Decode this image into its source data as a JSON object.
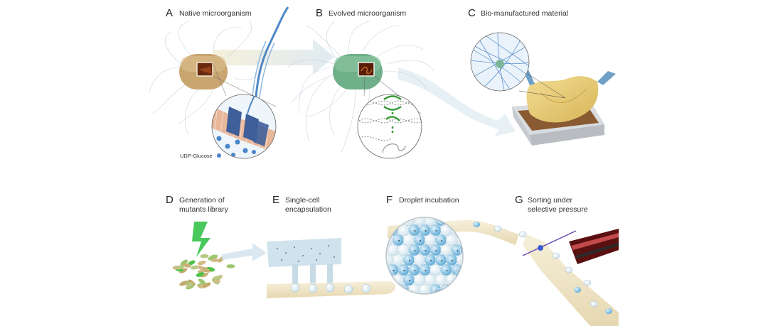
{
  "panels": {
    "a": {
      "letter": "A",
      "title": "Native microorganism"
    },
    "b": {
      "letter": "B",
      "title": "Evolved microorganism"
    },
    "c": {
      "letter": "C",
      "title": "Bio-manufactured material"
    },
    "d": {
      "letter": "D",
      "title_line1": "Generation of",
      "title_line2": "mutants library"
    },
    "e": {
      "letter": "E",
      "title_line1": "Single-cell",
      "title_line2": "encapsulation"
    },
    "f": {
      "letter": "F",
      "title": "Droplet incubation"
    },
    "g": {
      "letter": "G",
      "title_line1": "Sorting under",
      "title_line2": "selective pressure"
    }
  },
  "labels": {
    "udp_glucose": "UDP-Glucose"
  },
  "colors": {
    "native_cell": "#c9a670",
    "evolved_cell": "#6fb08a",
    "fiber": "#7fb0d8",
    "enzyme": "#3f5f9a",
    "dna_green": "#3a9a3a",
    "membrane": "#e9b79a",
    "droplet": "#6fb3dd",
    "channel": "#efe4c6",
    "lightning": "#35c24a",
    "material": "#e5c770",
    "tray": "#c9ccd0",
    "sorter_red": "#8a1c1c"
  }
}
